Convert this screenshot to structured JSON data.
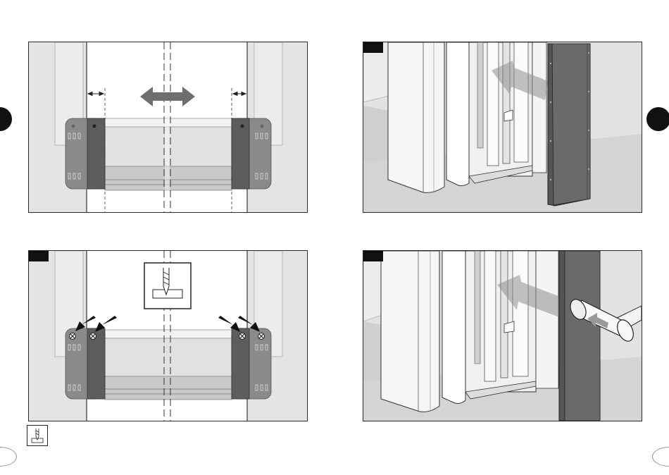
{
  "page": {
    "background": "#ffffff",
    "tab_color": "#111111",
    "panel_border": "#2a2a2a"
  },
  "panels": [
    {
      "position": "top-left",
      "content": "frame-with-movable-jamb-and-arrows",
      "icons": [
        "step-marker",
        "double-arrow-icon",
        "dimension-arrow-icon"
      ]
    },
    {
      "position": "top-right",
      "content": "side-panel-slide-in",
      "icons": [
        "step-marker",
        "push-arrow-icon"
      ]
    },
    {
      "position": "bottom-left",
      "content": "frame-with-screw-arrows",
      "icons": [
        "step-marker",
        "drill-icon",
        "arrow-icon"
      ]
    },
    {
      "position": "bottom-right",
      "content": "hammer-tapping-panel",
      "icons": [
        "step-marker",
        "push-arrow-icon",
        "rubber-mallet-icon"
      ]
    }
  ],
  "footer_icon": "drill-icon"
}
